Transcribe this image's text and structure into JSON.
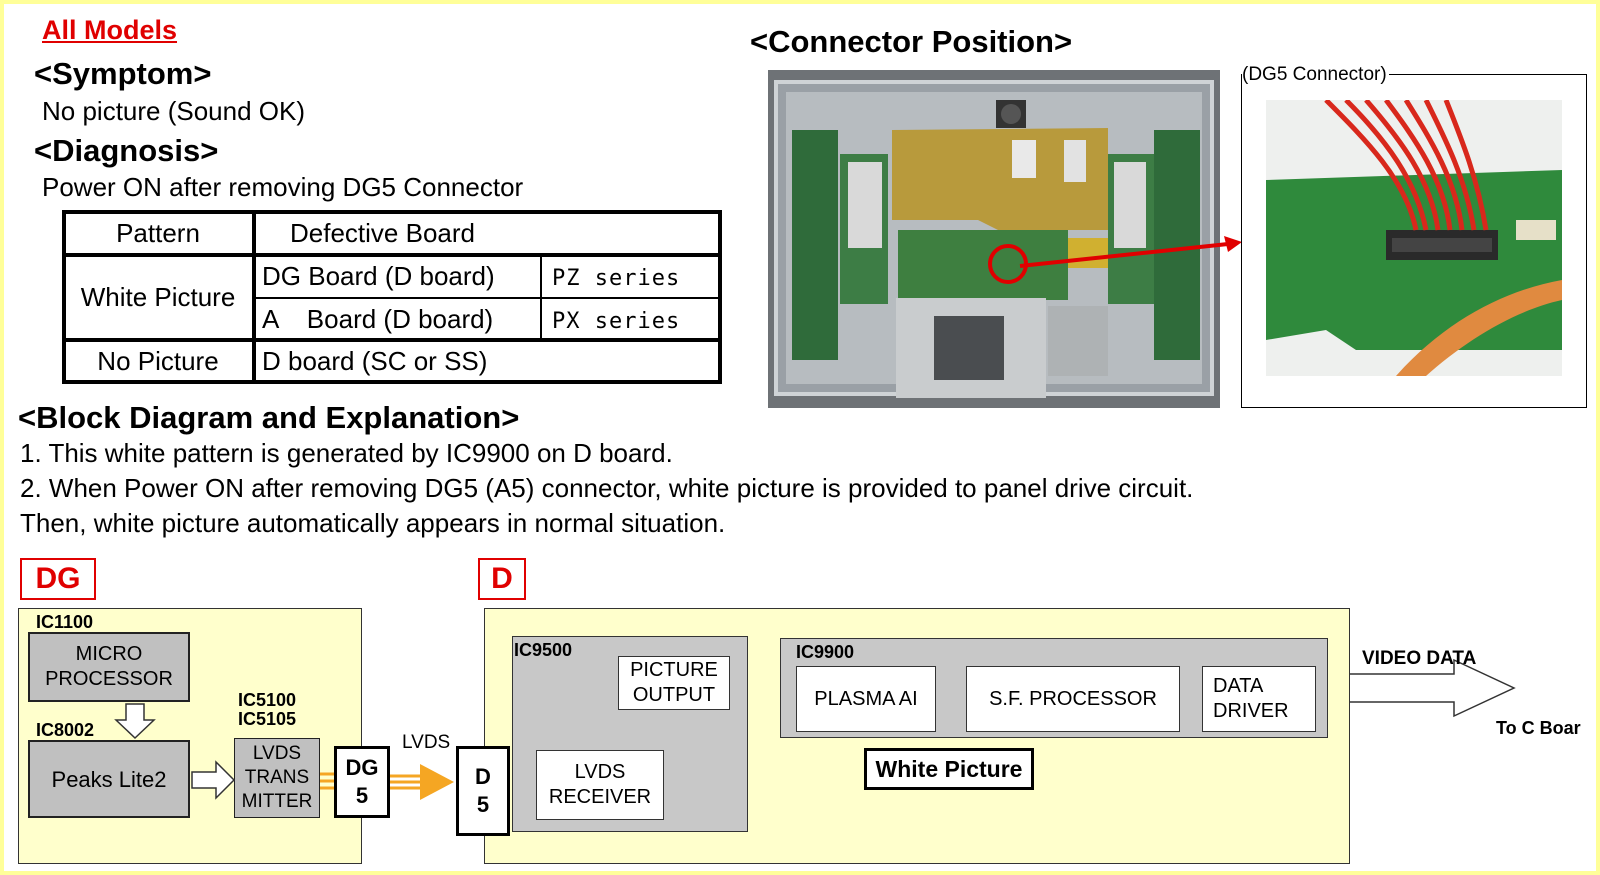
{
  "header": {
    "all_models": "All Models",
    "symptom_heading": "<Symptom>",
    "symptom_text": "No picture (Sound OK)",
    "diagnosis_heading": "<Diagnosis>",
    "diagnosis_text": "Power ON after removing DG5 Connector",
    "connector_heading": "<Connector Position>"
  },
  "table": {
    "header_pattern": "Pattern",
    "header_board": "Defective Board",
    "rows": [
      {
        "pattern": "White Picture",
        "board": "DG Board (D board)",
        "series": "PZ series"
      },
      {
        "pattern": "",
        "board": "A    Board (D board)",
        "series": "PX series"
      },
      {
        "pattern": "No Picture",
        "board": "D board (SC or SS)",
        "series": ""
      }
    ]
  },
  "photo": {
    "zoom_label": "(DG5 Connector)"
  },
  "explanation": {
    "heading": "<Block Diagram and Explanation>",
    "line1": "1. This white pattern is generated by IC9900 on D board.",
    "line2": "2. When Power ON after removing DG5 (A5) connector, white picture is provided to panel drive circuit.",
    "line3": "Then, white picture automatically appears in normal situation."
  },
  "diagram": {
    "dg_tag": "DG",
    "d_tag": "D",
    "ic1100": "IC1100",
    "micro": "MICRO\nPROCESSOR",
    "ic8002": "IC8002",
    "peaks": "Peaks Lite2",
    "ic5100": "IC5100",
    "ic5105": "IC5105",
    "lvds_trans": "LVDS\nTRANS\nMITTER",
    "dg5": "DG\n5",
    "lvds": "LVDS",
    "d5": "D\n5",
    "ic9500": "IC9500",
    "picture_output": "PICTURE\nOUTPUT",
    "lvds_receiver": "LVDS\nRECEIVER",
    "ic9900": "IC9900",
    "plasma_ai": "PLASMA AI",
    "sf_processor": "S.F. PROCESSOR",
    "data_driver": "DATA\nDRIVER",
    "video_data": "VIDEO DATA",
    "to_c_board": "To C Boar",
    "white_picture": "White Picture"
  },
  "colors": {
    "accent_red": "#e00000",
    "panel_fill": "#ffffcc",
    "gray_fill": "#c8c8c8",
    "lvds_orange": "#f5a623"
  }
}
